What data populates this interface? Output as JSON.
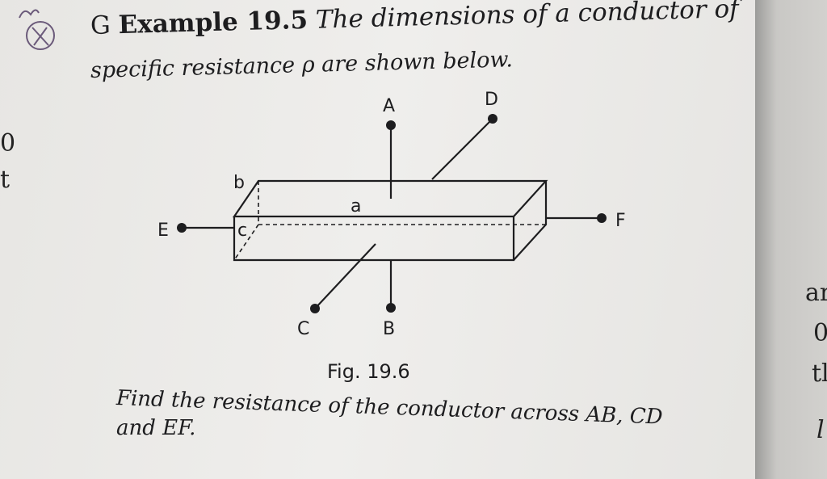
{
  "header": {
    "marker": "G",
    "example_label": "Example 19.5",
    "title_text": "The dimensions of a conductor of",
    "line2": "specific resistance ρ are shown below."
  },
  "figure": {
    "labels": {
      "A": "A",
      "D": "D",
      "b": "b",
      "a": "a",
      "E": "E",
      "c": "c",
      "F": "F",
      "C": "C",
      "B": "B"
    },
    "caption": "Fig. 19.6"
  },
  "question": {
    "line1": "Find the resistance of the conductor across AB, CD",
    "line2": "and EF."
  },
  "margin_left": [
    "0",
    "t"
  ],
  "margin_right": [
    "ar",
    "0",
    "tl",
    "l"
  ]
}
